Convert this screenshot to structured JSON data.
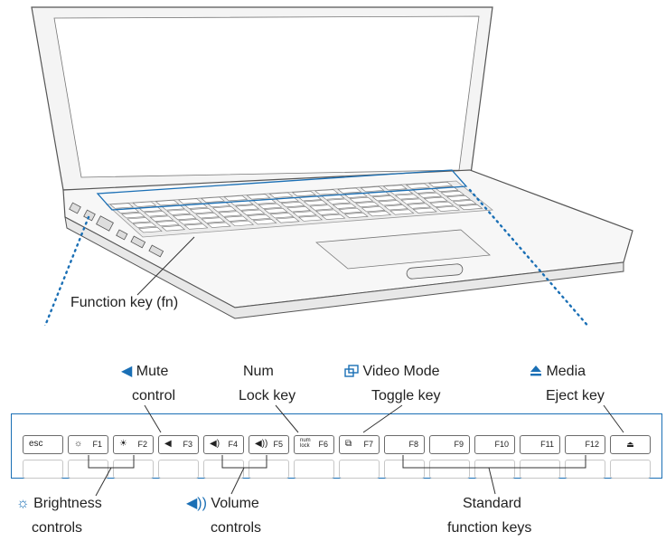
{
  "labels": {
    "function_key": "Function key (fn)",
    "mute_line1": "Mute",
    "mute_line2": "control",
    "num_line1": "Num",
    "num_line2": "Lock key",
    "video_line1": "Video Mode",
    "video_line2": "Toggle key",
    "media_line1": "Media",
    "media_line2": "Eject key",
    "brightness_line1": "Brightness",
    "brightness_line2": "controls",
    "volume_line1": "Volume",
    "volume_line2": "controls",
    "standard_line1": "Standard",
    "standard_line2": "function keys"
  },
  "keys": {
    "esc": "esc",
    "f1": "F1",
    "f2": "F2",
    "f3": "F3",
    "f4": "F4",
    "f5": "F5",
    "f6": "F6",
    "f7": "F7",
    "f8": "F8",
    "f9": "F9",
    "f10": "F10",
    "f11": "F11",
    "f12": "F12",
    "num": "num",
    "lock": "lock"
  },
  "icons": {
    "mute": "speaker-mute-icon",
    "video": "display-mirror-icon",
    "eject": "eject-icon",
    "brightness": "sun-icon",
    "volume": "speaker-volume-icon"
  },
  "colors": {
    "accent": "#1a6fb5",
    "outline": "#6b6b6b"
  }
}
